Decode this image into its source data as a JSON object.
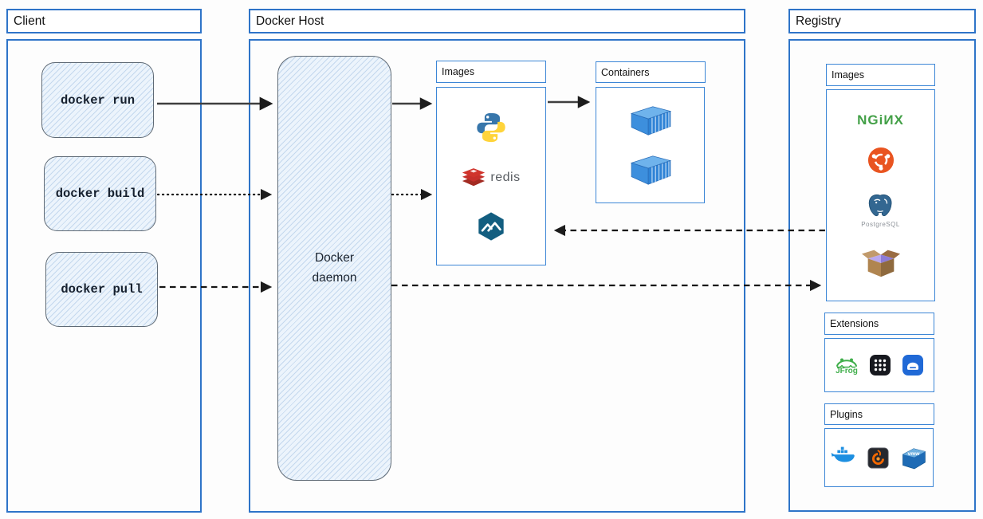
{
  "client": {
    "title": "Client",
    "commands": [
      {
        "label": "docker run"
      },
      {
        "label": "docker build"
      },
      {
        "label": "docker pull"
      }
    ]
  },
  "docker_host": {
    "title": "Docker Host",
    "daemon_label": "Docker daemon",
    "images": {
      "label": "Images",
      "items": [
        {
          "icon": "python-logo"
        },
        {
          "icon": "redis-logo",
          "text": "redis"
        },
        {
          "icon": "alpine-logo"
        }
      ]
    },
    "containers": {
      "label": "Containers",
      "items": [
        {
          "icon": "container-box-icon"
        },
        {
          "icon": "container-box-icon"
        }
      ]
    }
  },
  "registry": {
    "title": "Registry",
    "images": {
      "label": "Images",
      "items": [
        {
          "icon": "nginx-logo",
          "text": "NGiИX"
        },
        {
          "icon": "ubuntu-logo"
        },
        {
          "icon": "postgresql-logo",
          "text": "PostgreSQL"
        },
        {
          "icon": "open-box-icon"
        }
      ]
    },
    "extensions": {
      "label": "Extensions",
      "items": [
        {
          "icon": "jfrog-logo",
          "text": "JFrog"
        },
        {
          "icon": "app-grid-icon"
        },
        {
          "icon": "disk-drive-icon"
        }
      ]
    },
    "plugins": {
      "label": "Plugins",
      "items": [
        {
          "icon": "docker-whale-logo"
        },
        {
          "icon": "grafana-logo"
        },
        {
          "icon": "vmware-logo",
          "text": "vmw"
        }
      ]
    }
  },
  "connections": [
    {
      "from": "docker run",
      "to": "Docker daemon",
      "style": "solid"
    },
    {
      "from": "Docker daemon",
      "to": "Host Images",
      "style": "solid"
    },
    {
      "from": "Host Images",
      "to": "Containers",
      "style": "solid"
    },
    {
      "from": "docker build",
      "to": "Docker daemon",
      "style": "dotted"
    },
    {
      "from": "Docker daemon",
      "to": "Host Images",
      "style": "dotted"
    },
    {
      "from": "Registry Images",
      "to": "Host Images",
      "style": "dashed"
    },
    {
      "from": "docker pull",
      "to": "Docker daemon",
      "style": "dashed"
    },
    {
      "from": "Docker daemon",
      "to": "Registry Images",
      "style": "dashed"
    }
  ],
  "colors": {
    "frame_blue": "#2e74c8",
    "inner_blue": "#3c86d6",
    "sketch_fill": "#ecf4fc",
    "arrow": "#1c1c1c",
    "nginx_green": "#43a047",
    "ubuntu_orange": "#e95420",
    "redis_red": "#d0342c",
    "python_blue": "#3776ab",
    "python_yellow": "#ffd43b",
    "alpine_blue": "#135e80",
    "container_blue": "#3d8fdd",
    "postgres_blue": "#336791",
    "jfrog_green": "#3fae4a",
    "grafana_orange": "#f46800",
    "vmware_blue": "#1e6bb5"
  }
}
